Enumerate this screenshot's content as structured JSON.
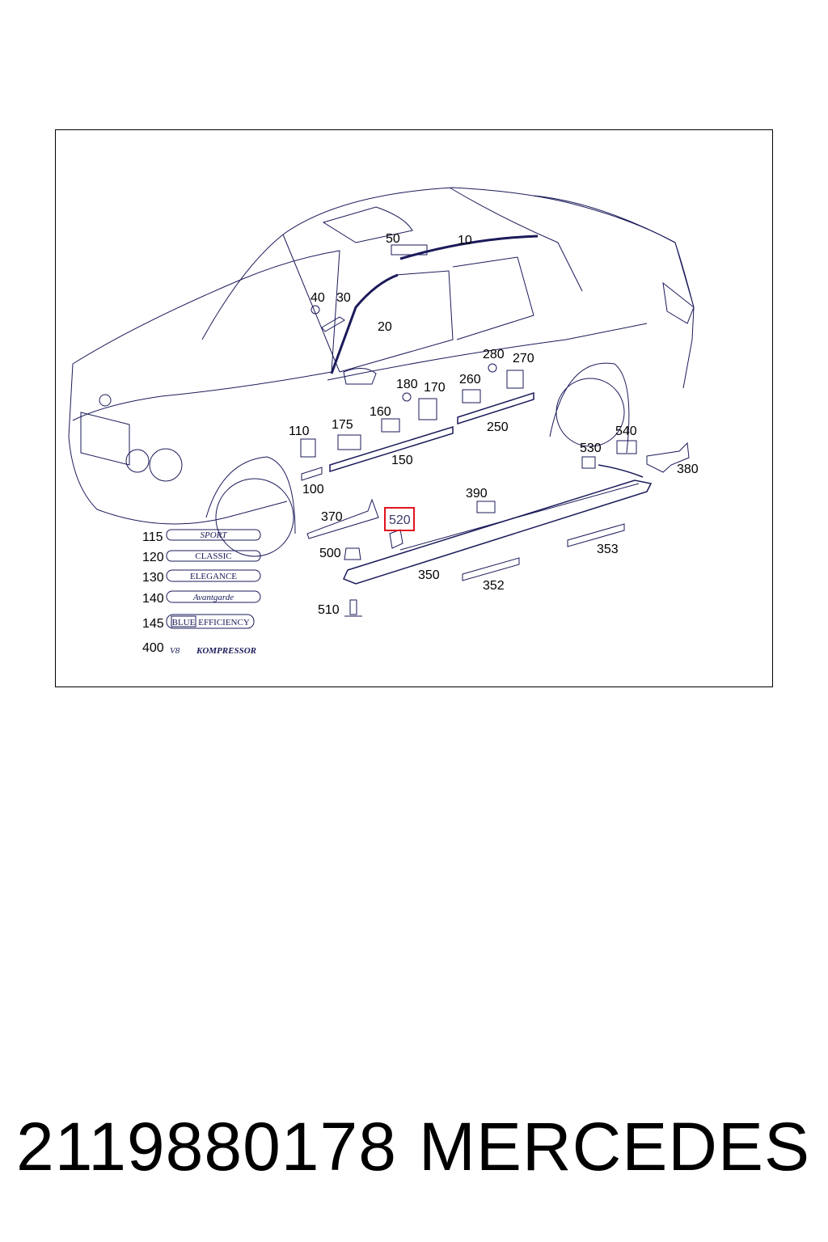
{
  "diagram": {
    "part_labels": {
      "p10": "10",
      "p20": "20",
      "p30": "30",
      "p40": "40",
      "p50": "50",
      "p100": "100",
      "p110": "110",
      "p150": "150",
      "p160": "160",
      "p170": "170",
      "p175": "175",
      "p180": "180",
      "p250": "250",
      "p260": "260",
      "p270": "270",
      "p280": "280",
      "p350": "350",
      "p352": "352",
      "p353": "353",
      "p370": "370",
      "p380": "380",
      "p390": "390",
      "p500": "500",
      "p510": "510",
      "p520": "520",
      "p530": "530",
      "p540": "540"
    },
    "highlighted_part": "520",
    "highlight_color": "#e0141e",
    "line_color": "#1a1a5a",
    "badges": [
      {
        "number": "115",
        "text": "SPORT"
      },
      {
        "number": "120",
        "text": "CLASSIC"
      },
      {
        "number": "130",
        "text": "ELEGANCE"
      },
      {
        "number": "140",
        "text": "Avantgarde"
      },
      {
        "number": "145",
        "text_a": "BLUE",
        "text_b": "EFFICIENCY"
      },
      {
        "number": "400",
        "text_a": "V8",
        "text_b": "KOMPRESSOR"
      }
    ]
  },
  "footer": {
    "part_number": "2119880178",
    "brand": "MERCEDES"
  }
}
